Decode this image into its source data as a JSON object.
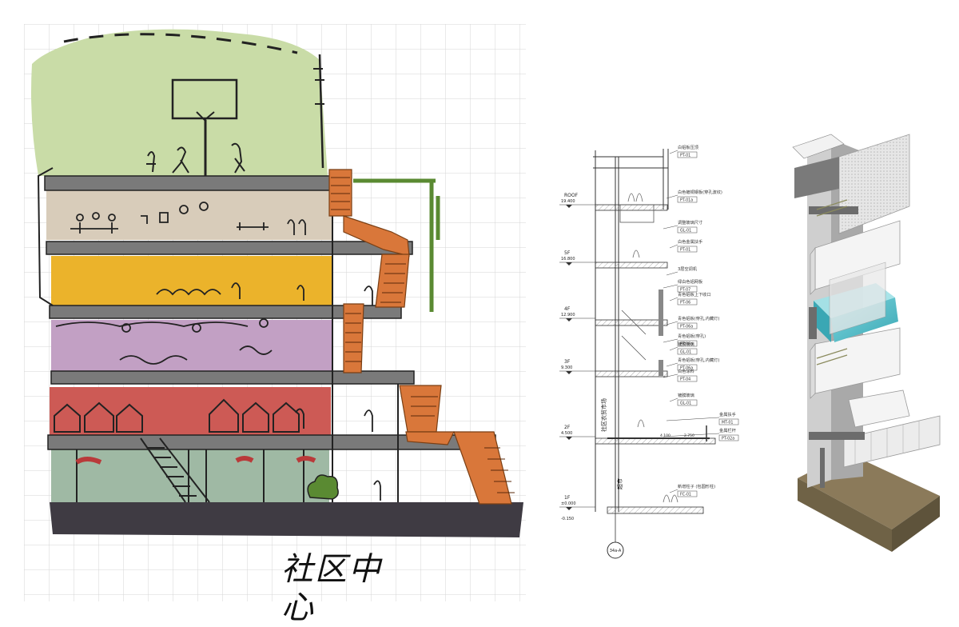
{
  "sketch": {
    "title": "社区中心"
  },
  "section": {
    "levels": [
      {
        "name": "ROOF",
        "elev": "19.400"
      },
      {
        "name": "5F",
        "elev": "16.800"
      },
      {
        "name": "4F",
        "elev": "12.900"
      },
      {
        "name": "3F",
        "elev": "9.300"
      },
      {
        "name": "2F",
        "elev": "4.500"
      },
      {
        "name": "1F",
        "elev": "±0.000"
      }
    ],
    "grade": "-0.150",
    "grid_bubble": "34a-A",
    "room_market": "社区农贸市场",
    "room_super": "超市",
    "dims": [
      "4.100",
      "2.750"
    ],
    "callouts": [
      {
        "text": "白铝板压顶",
        "code": "PT-01"
      },
      {
        "text": "白色镀铜钢板(穿孔波纹)",
        "code": "PT-01a"
      },
      {
        "text": "调整玻璃尺寸",
        "code": "GL-01"
      },
      {
        "text": "白色金属扶手",
        "code": "PT-01"
      },
      {
        "text": "3层空调机",
        "code": ""
      },
      {
        "text": "绿白色铝网板",
        "code": "PT-07"
      },
      {
        "text": "青色铝板上下收口",
        "code": "PT-06"
      },
      {
        "text": "青色铝板(穿孔,内藏灯)",
        "code": "PT-06a"
      },
      {
        "text": "青色铝板(穿孔)",
        "code": "PT-06a"
      },
      {
        "text": "镀膜玻璃",
        "code": "GL-01"
      },
      {
        "text": "青色铝板(穿孔,内藏灯)",
        "code": "PT-06a"
      },
      {
        "text": "白色涂料",
        "code": "PT-04"
      },
      {
        "text": "镀膜玻璃",
        "code": "GL-01"
      },
      {
        "text": "金属扶手",
        "code": "MT-01"
      },
      {
        "text": "金属栏杆",
        "code": "PT-02a"
      },
      {
        "text": "新增柱子 (包圆形柱)",
        "code": "FC-01"
      }
    ]
  },
  "colors": {
    "roof_green": "#c9dca7",
    "floor5_beige": "#d8ccba",
    "floor4_yellow": "#ebb32b",
    "floor3_purple": "#c2a0c4",
    "floor2_red": "#cd5a55",
    "floor1_glass": "#9fb9a4",
    "base_dark": "#3f3b43",
    "slab_gray": "#7a7a7a",
    "stair_orange": "#d9773a",
    "rail_green": "#5a8a32",
    "cyan_panel": "#5fc4cf",
    "grid_line": "#d6d6d6"
  }
}
